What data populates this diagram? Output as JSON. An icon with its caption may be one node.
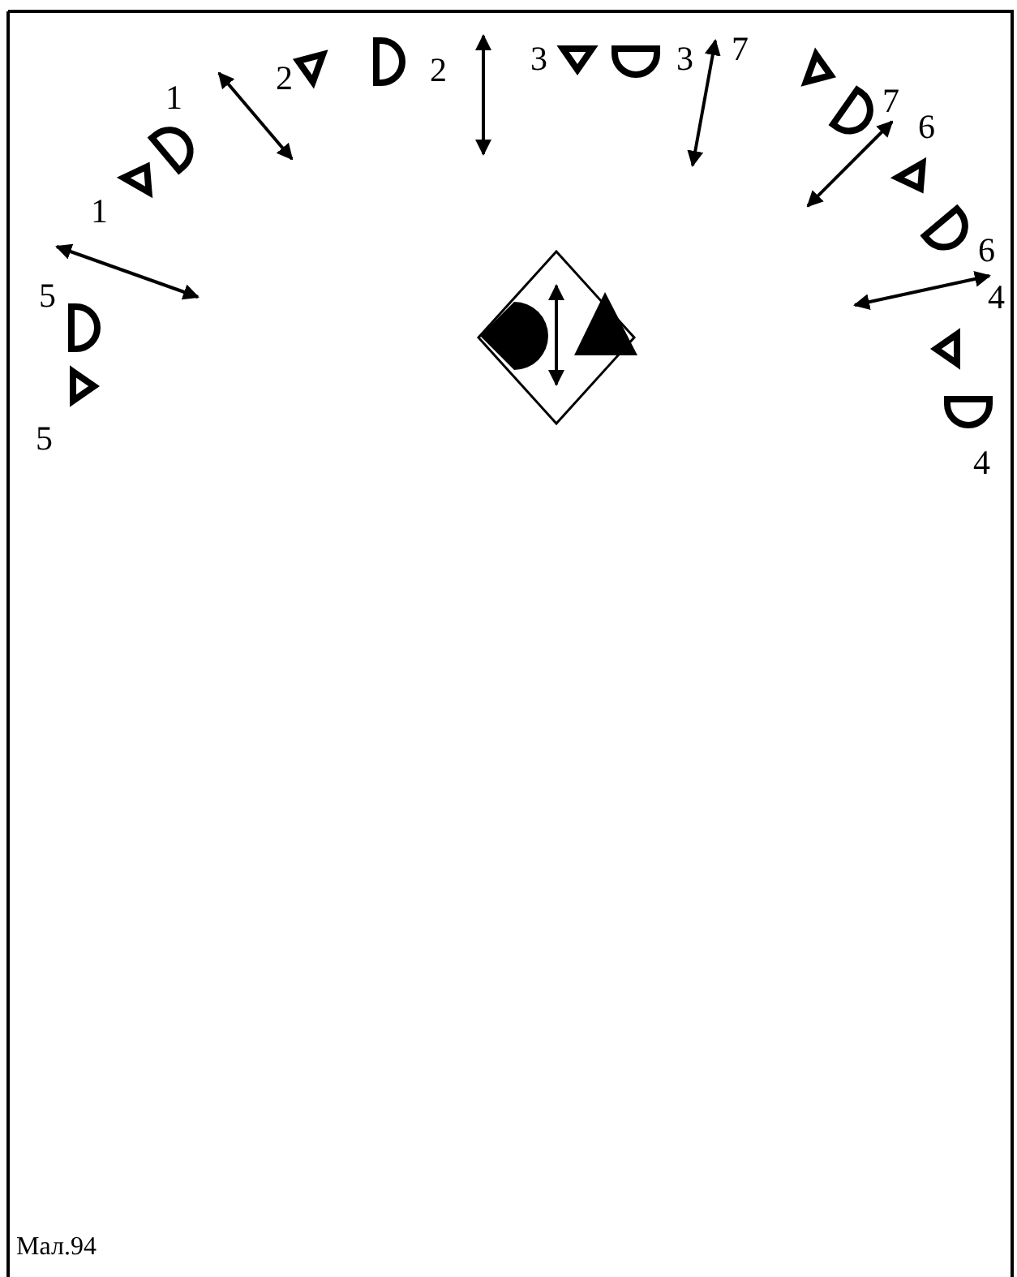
{
  "diagram": {
    "caption": "Мал.94",
    "labels": [
      "5",
      "5",
      "1",
      "1",
      "2",
      "2",
      "3",
      "3",
      "7",
      "7",
      "6",
      "6",
      "4",
      "4"
    ]
  }
}
